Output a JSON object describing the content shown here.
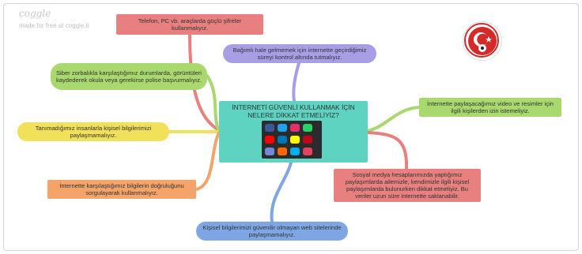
{
  "brand": {
    "name": "coggle",
    "tagline": "made for free at coggle.it"
  },
  "center": {
    "title": "İNTERNETİ GÜVENLİ KULLANMAK İÇİN NELERE DİKKAT ETMELİYİZ?"
  },
  "nodes": [
    {
      "text": "Telefon, PC vb. araçlarda güçlü şifreler kullanmalıyız.",
      "color": "#e88080"
    },
    {
      "text": "Bağımlı hale gelmemek için internette geçirdiğimiz süreyi kontrol altında tutmalıyız.",
      "color": "#a79ee6"
    },
    {
      "text": "Siber zorbalıkla karşılaştığımız durumlarda, görüntüleri kaydederek okula veya gerekirse polise başvurmalıyız.",
      "color": "#a9d86e"
    },
    {
      "text": "İnternette paylaşacağımız video ve resimler için ilgili kişilerden izin istemeliyiz.",
      "color": "#a9d86e"
    },
    {
      "text": "Tanımadığımız insanlarla kişisel bilgilerimizi paylaşmamalıyız.",
      "color": "#f0e05a"
    },
    {
      "text": "İnternette karşılaştığımız bilgilerin doğruluğunu sorgulayarak kullanmalıyız.",
      "color": "#f4a46a"
    },
    {
      "text": "Sosyal medya hesaplarımızda yaptığımız paylaşımlarda ailemizle, kendimizle ilgili kişisel paylaşımlarda bulunurken dikkat etmeliyiz. Bu veriler uzun süre internette saklanabilir.",
      "color": "#e88080"
    },
    {
      "text": "Kişisel bilgilerimizi güvenilir olmayan web sitelerinde paylaşmamalıyız.",
      "color": "#7fa6e4"
    }
  ]
}
